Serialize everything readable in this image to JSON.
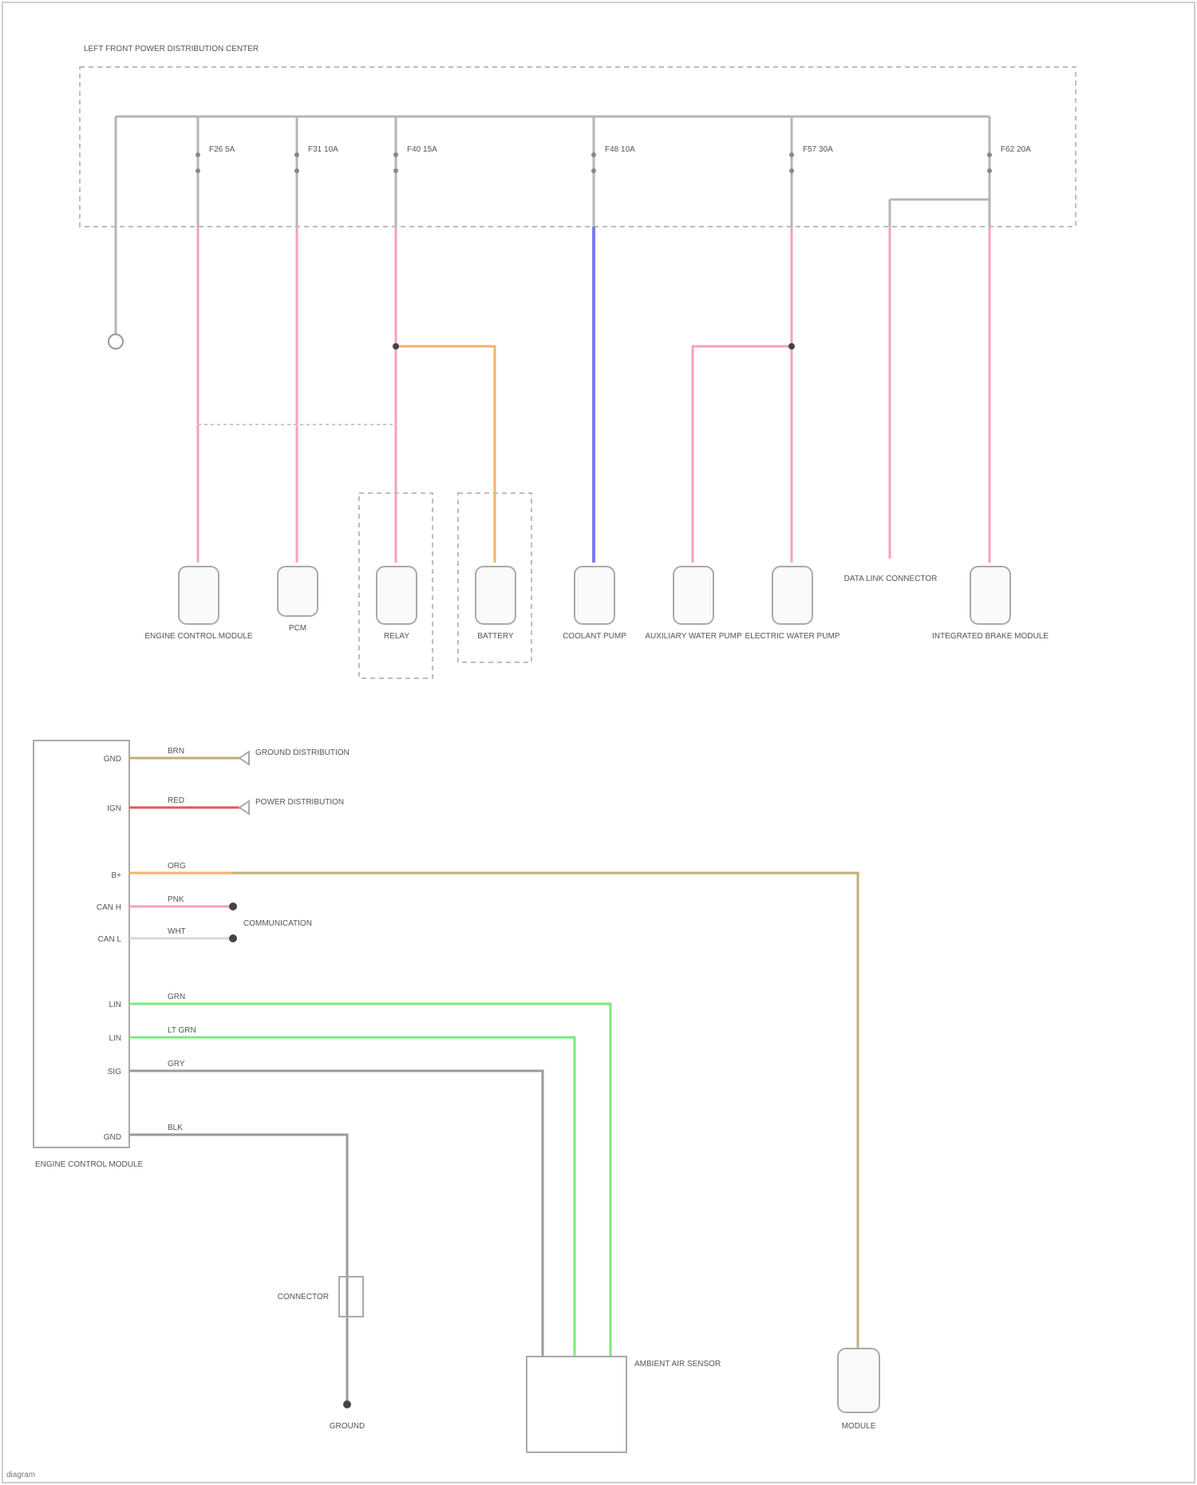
{
  "colors": {
    "pink": "#f4a3b6",
    "blue": "#7b7bf0",
    "orange": "#f5b26b",
    "gray": "#9a9a9a",
    "green": "#7cea7c",
    "tan": "#c2ad7a",
    "red": "#ee5555"
  },
  "top": {
    "box_title": "LEFT FRONT POWER DISTRIBUTION CENTER",
    "fuses": [
      {
        "label": "F26 5A"
      },
      {
        "label": "F31 10A"
      },
      {
        "label": "F40 15A"
      },
      {
        "label": "F48 10A"
      },
      {
        "label": "F57 30A"
      },
      {
        "label": "F62 20A"
      }
    ],
    "components": [
      {
        "label": "ENGINE CONTROL MODULE"
      },
      {
        "label": "PCM"
      },
      {
        "label": "RELAY"
      },
      {
        "label": "BATTERY"
      },
      {
        "label": "COOLANT PUMP"
      },
      {
        "label": "AUXILIARY WATER PUMP"
      },
      {
        "label": "ELECTRIC WATER PUMP"
      },
      {
        "label": "DATA LINK CONNECTOR"
      },
      {
        "label": "INTEGRATED BRAKE MODULE"
      }
    ]
  },
  "bottom": {
    "module_label": "ENGINE CONTROL MODULE",
    "pins": [
      {
        "name": "GND",
        "wire": "BRN"
      },
      {
        "name": "IGN",
        "wire": "RED"
      },
      {
        "name": "B+",
        "wire": "ORG"
      },
      {
        "name": "CAN H",
        "wire": "PNK"
      },
      {
        "name": "CAN L",
        "wire": "WHT"
      },
      {
        "name": "LIN",
        "wire": "GRN"
      },
      {
        "name": "LIN",
        "wire": "LT GRN"
      },
      {
        "name": "SIG",
        "wire": "GRY"
      },
      {
        "name": "GND",
        "wire": "BLK"
      }
    ],
    "refs": {
      "r1": "GROUND DISTRIBUTION",
      "r2": "POWER DISTRIBUTION",
      "r3": "COMMUNICATION"
    },
    "sensor_label": "AMBIENT AIR SENSOR",
    "ground_label": "GROUND",
    "lower_left_label": "CONNECTOR",
    "right_component_label": "MODULE"
  },
  "footer": "diagram"
}
